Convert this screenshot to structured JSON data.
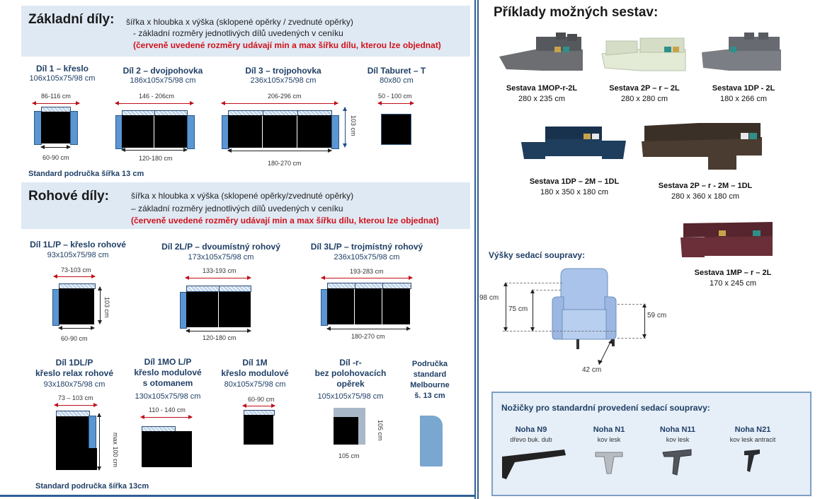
{
  "left": {
    "basic": {
      "title": "Základní díly:",
      "line1": "šířka x hloubka x výška (sklopené opěrky / zvednuté opěrky)",
      "line2": "- základní rozměry jednotlivých dílů uvedených v ceníku",
      "line3": "(červeně uvedené rozměry udávají min a max šířku dílu, kterou lze objednat)",
      "items": [
        {
          "name": "Díl 1 – křeslo",
          "dims": "106x105x75/98 cm",
          "top": "86-116 cm",
          "bottom": "60-90 cm"
        },
        {
          "name": "Díl 2 – dvojpohovka",
          "dims": "186x105x75/98 cm",
          "top": "146 - 206cm",
          "bottom": "120-180 cm"
        },
        {
          "name": "Díl 3 – trojpohovka",
          "dims": "236x105x75/98 cm",
          "top": "206-296 cm",
          "bottom": "180-270 cm",
          "side": "103 cm"
        },
        {
          "name": "Díl Taburet – T",
          "dims": "80x80 cm",
          "top": "50 - 100 cm"
        }
      ],
      "note": "Standard područka šířka 13 cm"
    },
    "corner": {
      "title": "Rohové díly:",
      "line1": "šířka x hloubka x výška (sklopené opěrky/zvednuté opěrky)",
      "line2": "– základní rozměry jednotlivých dílů uvedených v ceníku",
      "line3": "(červeně uvedené rozměry udávají min a max šířku dílu, kterou lze objednat)",
      "items": [
        {
          "name": "Díl 1L/P – křeslo rohové",
          "dims": "93x105x75/98 cm",
          "top": "73-103 cm",
          "bottom": "60-90 cm",
          "side": "103 cm"
        },
        {
          "name": "Díl 2L/P – dvoumístný rohový",
          "dims": "173x105x75/98 cm",
          "top": "133-193 cm",
          "bottom": "120-180 cm"
        },
        {
          "name": "Díl 3L/P – trojmístný rohový",
          "dims": "236x105x75/98 cm",
          "top": "193-283 cm",
          "bottom": "180-270 cm"
        }
      ]
    },
    "more": {
      "items": [
        {
          "name1": "Díl 1DL/P",
          "name2": "křeslo relax rohové",
          "dims": "93x180x75/98 cm",
          "top": "73 – 103 cm",
          "side": "max 100 cm"
        },
        {
          "name1": "Díl 1MO L/P",
          "name2": "křeslo modulové",
          "name3": "s otomanem",
          "dims": "130x105x75/98 cm",
          "top": "110 - 140 cm"
        },
        {
          "name1": "Díl 1M",
          "name2": "křeslo modulové",
          "dims": "80x105x75/98 cm",
          "top": "60-90 cm"
        },
        {
          "name1": "Díl -r-",
          "name2": "bez polohovacích",
          "name3": "opěrek",
          "dims": "105x105x75/98 cm",
          "side": "105 cm",
          "bottom": "105 cm"
        }
      ],
      "armrest": {
        "l1": "Područka",
        "l2": "standard",
        "l3": "Melbourne",
        "l4": "š. 13 cm"
      },
      "note": "Standard područka  šířka 13cm"
    }
  },
  "right": {
    "title": "Příklady možných sestav:",
    "sets": [
      {
        "name": "Sestava 1MOP-r-2L",
        "dims": "280 x 235 cm",
        "color": "#6c6e72"
      },
      {
        "name": "Sestava 2P – r – 2L",
        "dims": "280 x 280 cm",
        "color": "#e3ead6"
      },
      {
        "name": "Sestava 1DP - 2L",
        "dims": "180 x 266 cm",
        "color": "#7b7f85"
      },
      {
        "name": "Sestava 1DP – 2M – 1DL",
        "dims": "180 x 350 x 180 cm",
        "color": "#1f3d5c"
      },
      {
        "name": "Sestava 2P – r - 2M – 1DL",
        "dims": "280 x 360 x 180 cm",
        "color": "#4a3c30"
      },
      {
        "name": "Sestava 1MP – r – 2L",
        "dims": "170 x 245 cm",
        "color": "#6a2f38"
      }
    ],
    "heights": {
      "title": "Výšky sedací soupravy:",
      "h98": "98 cm",
      "h75": "75 cm",
      "h59": "59 cm",
      "d42": "42 cm"
    },
    "legs": {
      "title": "Nožičky pro standardní provedení sedací soupravy:",
      "items": [
        {
          "name": "Noha N9",
          "sub": "dřevo buk. dub"
        },
        {
          "name": "Noha N1",
          "sub": "kov lesk"
        },
        {
          "name": "Noha N11",
          "sub": "kov lesk"
        },
        {
          "name": "Noha N21",
          "sub": "kov lesk antracit"
        }
      ]
    }
  }
}
